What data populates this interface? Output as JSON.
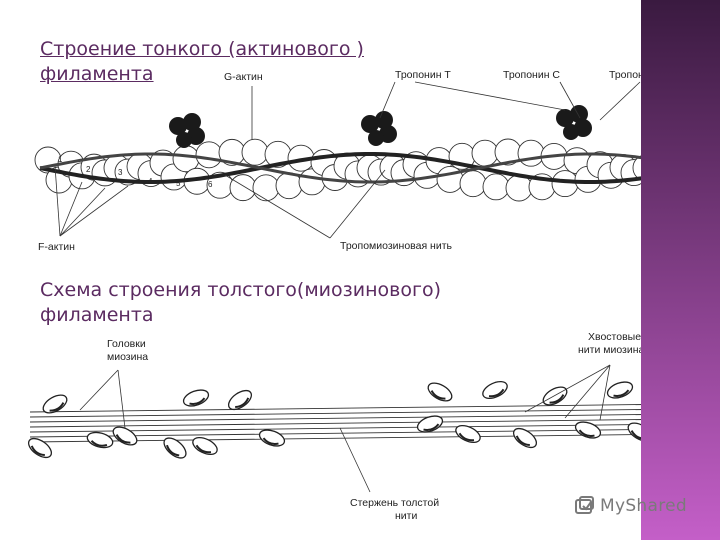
{
  "slide": {
    "title_thin": "Строение тонкого (актинового ) филамента",
    "title_thin_line1": "Строение тонкого (актинового )",
    "title_thin_line2": "филамента",
    "title_thick_line1": "Схема строения толстого(миозинового)",
    "title_thick_line2": "филамента",
    "accent_color": "#5b2b61",
    "bar_color_top": "#3a1a40",
    "bar_color_bottom": "#c45fc8"
  },
  "thin_filament": {
    "labels": {
      "g_actin": "G-актин",
      "troponin_t": "Тропонин T",
      "troponin_c": "Тропонин C",
      "troponin_i": "Тропонин I",
      "f_actin": "F-актин",
      "tropomyosin": "Тропомиозиновая нить"
    },
    "monomer_numbers": [
      "1",
      "2",
      "3",
      "4",
      "5",
      "6"
    ]
  },
  "thick_filament": {
    "labels": {
      "heads_line1": "Головки",
      "heads_line2": "миозина",
      "tails_line1": "Хвостовые",
      "tails_line2": "нити миозина",
      "core_line1": "Стержень толстой",
      "core_line2": "нити"
    }
  },
  "logo": {
    "text": "MyShared",
    "icon": "myshared-logo-icon"
  }
}
